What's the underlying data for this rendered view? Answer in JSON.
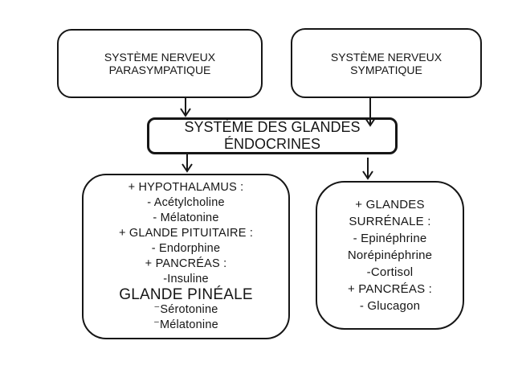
{
  "page": {
    "background": "#ffffff",
    "ink_color": "#161616"
  },
  "boxes": {
    "parasympathetic": {
      "line1": "SYSTÈME NERVEUX",
      "line2": "PARASYMPATIQUE"
    },
    "sympathetic": {
      "line1": "SYSTÈME NERVEUX",
      "line2": "SYMPATIQUE"
    },
    "endocrine": {
      "line1": "SYSTÈME DES GLANDES",
      "line2": "ÉNDOCRINES"
    },
    "left_glands": {
      "lines": [
        "+ HYPOTHALAMUS :",
        "- Acétylcholine",
        "- Mélatonine",
        "+ GLANDE PITUITAIRE :",
        "- Endorphine",
        "+ PANCRÉAS :",
        "-Insuline",
        "GLANDE PINÉALE",
        "⁻Sérotonine",
        "⁻Mélatonine"
      ]
    },
    "right_glands": {
      "lines": [
        "+ GLANDES",
        "SURRÉNALE :",
        "- Epinéphrine",
        "Norépinéphrine",
        "-Cortisol",
        "+ PANCRÉAS :",
        "- Glucagon"
      ]
    }
  }
}
